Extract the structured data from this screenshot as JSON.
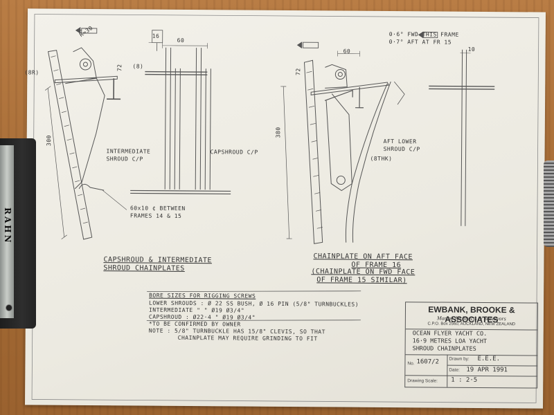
{
  "drawing": {
    "captions": {
      "capshroud_intermediate_1": "CAPSHROUD & INTERMEDIATE",
      "capshroud_intermediate_2": "SHROUD CHAINPLATES",
      "chainplate_aft_1": "CHAINPLATE ON AFT FACE",
      "chainplate_aft_2": "OF FRAME 16",
      "chainplate_fwd_1": "(CHAINPLATE ON FWD FACE",
      "chainplate_fwd_2": "OF FRAME 15 SIMILAR)"
    },
    "labels": {
      "intermediate_1": "INTERMEDIATE",
      "intermediate_2": "SHROUD C/P",
      "capshroud": "CAPSHROUD C/P",
      "aft_lower_1": "AFT LOWER",
      "aft_lower_2": "SHROUD C/P",
      "between_1": "60x10 ¢ BETWEEN",
      "between_2": "FRAMES 14 & 15",
      "angle_1": "0·6° FWD THIS FRAME",
      "angle_2": "0·7° AFT AT FR 15",
      "thick": "(8THK)"
    },
    "dimensions": {
      "r": "R≈30",
      "d8r": "(8R)",
      "d8_left": "(8)",
      "d72": "72",
      "d300": "300",
      "d16_a": "16",
      "d60_a": "60",
      "d60_b": "60",
      "d72_b": "72",
      "d380": "380",
      "d10": "10"
    },
    "notes": {
      "heading": "BORE SIZES FOR RIGGING SCREWS",
      "lower": "LOWER SHROUDS : Ø 22 SS BUSH, Ø 16 PIN (5/8\" TURNBUCKLES)",
      "intermediate": "INTERMEDIATE      \"        \"    Ø19    Ø3/4\"",
      "capshroud": "CAPSHROUD       : Ø22·4     \"  Ø19   Ø3/4\"",
      "confirm": "*TO BE CONFIRMED BY OWNER",
      "note1": "NOTE : 5/8\" TURNBUCKLE HAS 15/8\" CLEVIS, SO THAT",
      "note2": "CHAINPLATE MAY REQUIRE GRINDING TO FIT"
    }
  },
  "title_block": {
    "firm": "EWBANK, BROOKE & ASSOCIATES",
    "subtitle": "Marine Architects & Surveyors",
    "address": "C.P.O. Box 2560, AUCKLAND, NEW ZEALAND",
    "project_1": "OCEAN FLYER YACHT CO.",
    "project_2": "16·9 METRES LOA YACHT",
    "drawing_title": "SHROUD CHAINPLATES",
    "no_label": "No.",
    "no_value": "1607/2",
    "drawn_label": "Drawn by:",
    "drawn_value": "E.E.E.",
    "date_label": "Date:",
    "date_value": "19 APR 1991",
    "scale_label": "Drawing Scale:",
    "scale_value": "1 : 2·5"
  },
  "objects": {
    "stapler_brand": "RAHN"
  }
}
